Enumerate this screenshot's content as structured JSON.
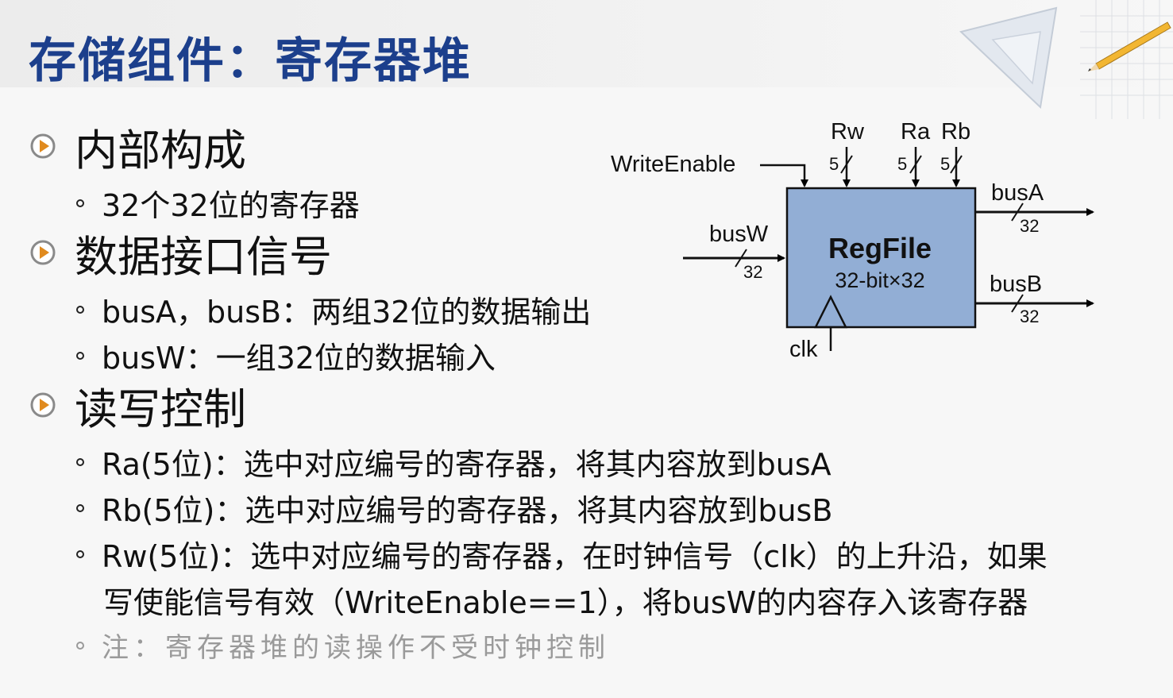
{
  "title": "存储组件：寄存器堆",
  "sections": [
    {
      "heading": "内部构成",
      "items": [
        "32个32位的寄存器"
      ]
    },
    {
      "heading": "数据接口信号",
      "items": [
        "busA，busB：两组32位的数据输出",
        "busW：一组32位的数据输入"
      ]
    },
    {
      "heading": "读写控制",
      "items": [
        "Ra(5位)：选中对应编号的寄存器，将其内容放到busA",
        "Rb(5位)：选中对应编号的寄存器，将其内容放到busB",
        "Rw(5位)：选中对应编号的寄存器，在时钟信号（clk）的上升沿，如果",
        "写使能信号有效（WriteEnable==1），将busW的内容存入该寄存器",
        "注：寄存器堆的读操作不受时钟控制"
      ]
    }
  ],
  "diagram": {
    "block_name": "RegFile",
    "block_size": "32-bit×32",
    "write_enable": "WriteEnable",
    "rw": "Rw",
    "ra": "Ra",
    "rb": "Rb",
    "rw_width": "5",
    "ra_width": "5",
    "rb_width": "5",
    "busw": "busW",
    "busw_width": "32",
    "busa": "busA",
    "busa_width": "32",
    "busb": "busB",
    "busb_width": "32",
    "clk": "clk",
    "block_fill": "#92aed5"
  },
  "colors": {
    "title": "#1c3f8c",
    "bullet_ring": "#8a8a8a",
    "bullet_arrow": "#e08a1e",
    "note": "#9a9a9a"
  }
}
